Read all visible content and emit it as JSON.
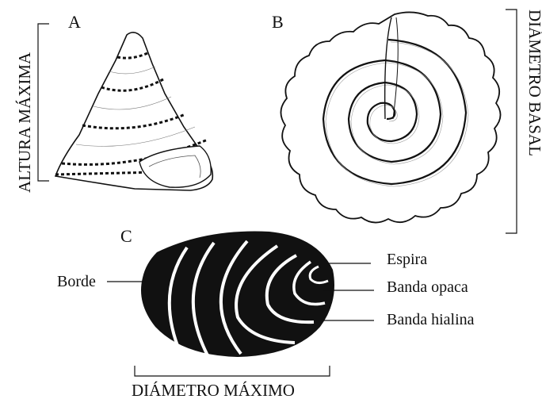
{
  "panels": {
    "a": {
      "letter": "A",
      "measure": "ALTURA MÁXIMA"
    },
    "b": {
      "letter": "B",
      "measure": "DIÁMETRO BASAL"
    },
    "c": {
      "letter": "C",
      "measure": "DIÁMETRO MÁXIMO",
      "callouts": {
        "borde": "Borde",
        "espira": "Espira",
        "banda_opaca": "Banda opaca",
        "banda_hialina": "Banda hialina"
      }
    }
  },
  "colors": {
    "ink": "#111111",
    "background": "#ffffff",
    "hyaline": "#ffffff"
  },
  "icons": {
    "a": "trochoid-shell-side-view",
    "b": "shell-basal-view-spiral",
    "c": "operculum-growth-bands"
  }
}
